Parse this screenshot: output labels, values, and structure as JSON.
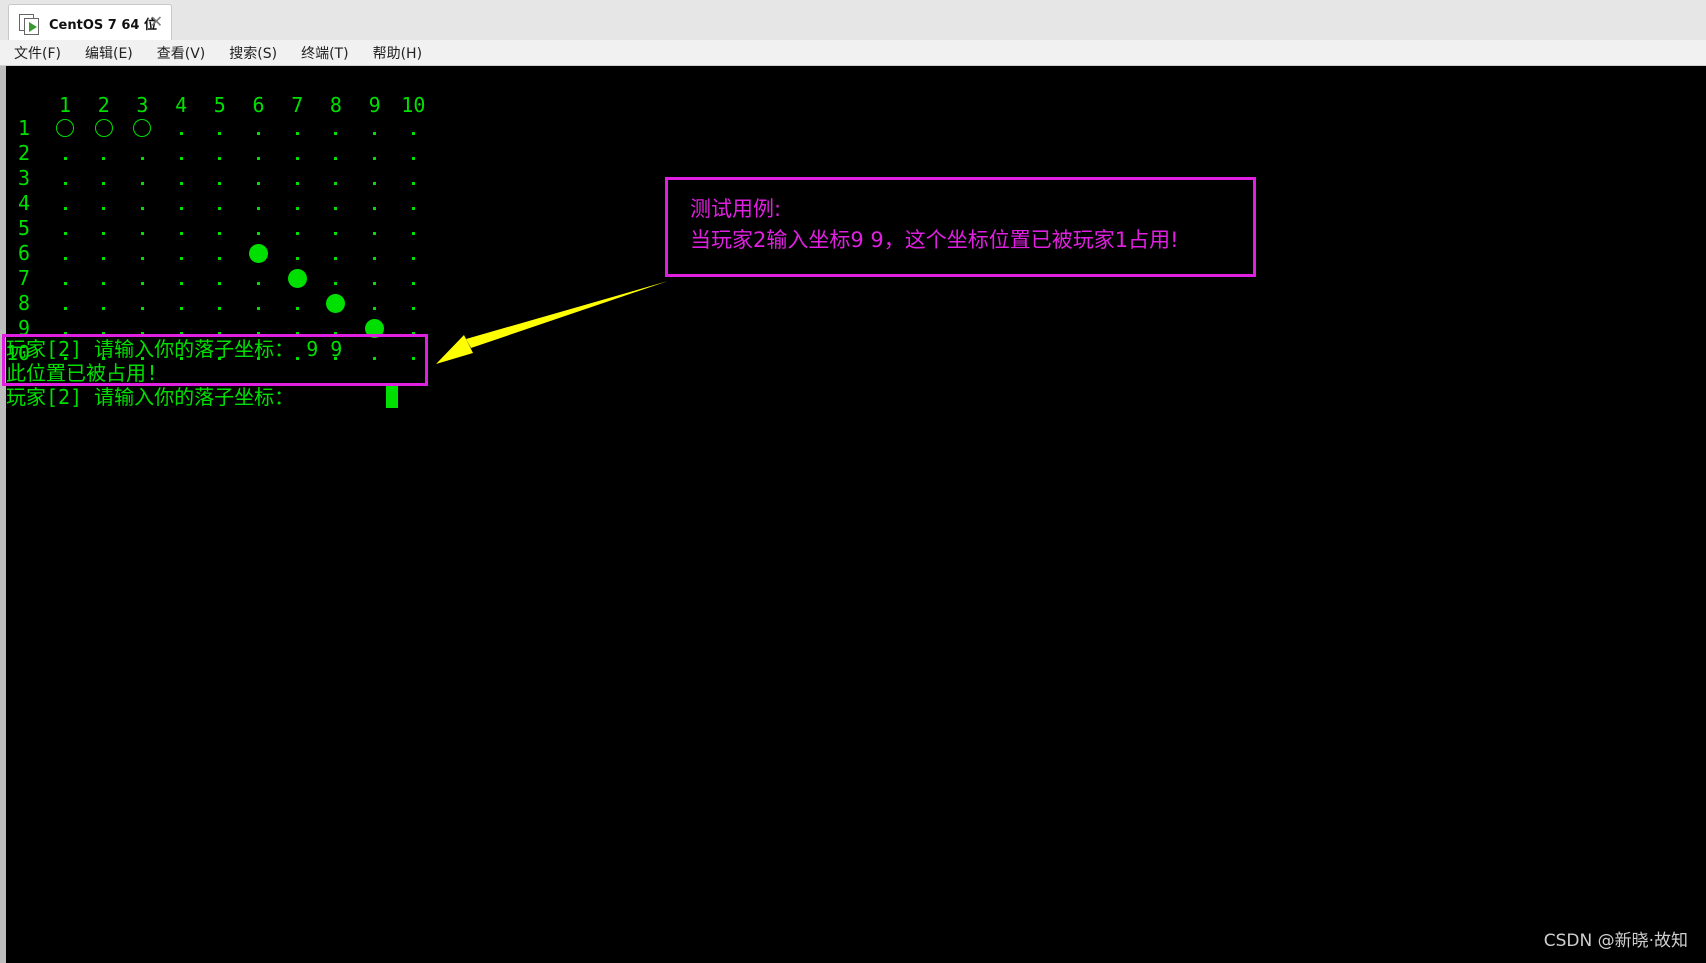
{
  "window": {
    "tab_title": "CentOS 7 64 位",
    "close_glyph": "✕"
  },
  "menu": [
    "文件(F)",
    "编辑(E)",
    "查看(V)",
    "搜索(S)",
    "终端(T)",
    "帮助(H)"
  ],
  "board": {
    "size": 10,
    "col_labels": [
      "1",
      "2",
      "3",
      "4",
      "5",
      "6",
      "7",
      "8",
      "9",
      "10"
    ],
    "row_labels": [
      "1",
      "2",
      "3",
      "4",
      "5",
      "6",
      "7",
      "8",
      "9",
      "10"
    ],
    "player1_stones": [
      [
        6,
        6
      ],
      [
        7,
        7
      ],
      [
        8,
        8
      ],
      [
        9,
        9
      ]
    ],
    "player2_stones": [
      [
        1,
        1
      ],
      [
        1,
        2
      ],
      [
        1,
        3
      ]
    ]
  },
  "terminal": {
    "line1": "玩家[2] 请输入你的落子坐标： 9 9",
    "line2": "此位置已被占用!",
    "line3": "玩家[2] 请输入你的落子坐标："
  },
  "annotation": {
    "line1": "测试用例:",
    "line2": "当玩家2输入坐标9 9，这个坐标位置已被玩家1占用!"
  },
  "watermark": "CSDN @新晓·故知",
  "colors": {
    "terminal_text": "#00e000",
    "annotation": "#e020e0",
    "arrow": "#ffff00"
  },
  "icons": {
    "tab_icon": "vm-icon",
    "arrow": "arrow-icon"
  }
}
